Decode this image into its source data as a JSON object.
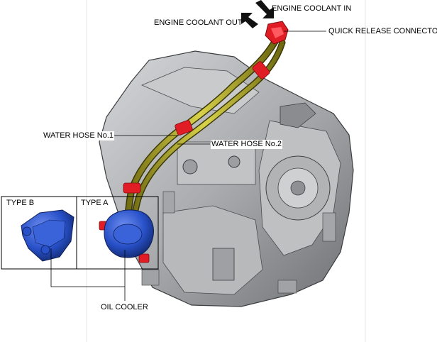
{
  "labels": {
    "engine_coolant_in": "ENGINE COOLANT IN",
    "engine_coolant_out": "ENGINE COOLANT OUT",
    "quick_release_connector": "QUICK RELEASE CONNECTOR",
    "water_hose_1": "WATER HOSE No.1",
    "water_hose_2": "WATER HOSE No.2",
    "oil_cooler": "OIL COOLER",
    "type_b": "TYPE B",
    "type_a": "TYPE A"
  },
  "colors": {
    "hose": "#b5ad2a",
    "clamp": "#e01c24",
    "oil_cooler": "#2850c8",
    "transmission_case": "#a9abae"
  }
}
